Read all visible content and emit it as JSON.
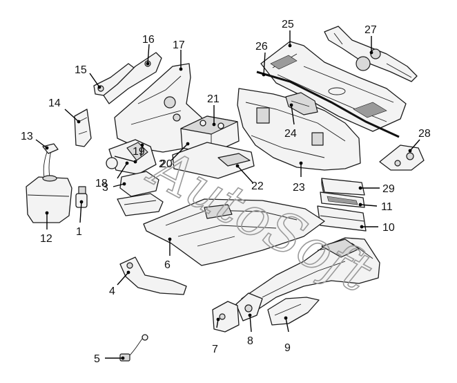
{
  "callouts": [
    "1",
    "2",
    "3",
    "4",
    "5",
    "6",
    "7",
    "8",
    "9",
    "10",
    "11",
    "12",
    "13",
    "14",
    "15",
    "16",
    "17",
    "18",
    "19",
    "20",
    "21",
    "22",
    "23",
    "24",
    "25",
    "26",
    "27",
    "28",
    "29"
  ],
  "watermark": "AutoSoft",
  "colors": {
    "line": "#1a1a1a",
    "fill": "#f3f3f3",
    "shade": "#d9d9d9",
    "watermark": "#9a9a9a"
  }
}
